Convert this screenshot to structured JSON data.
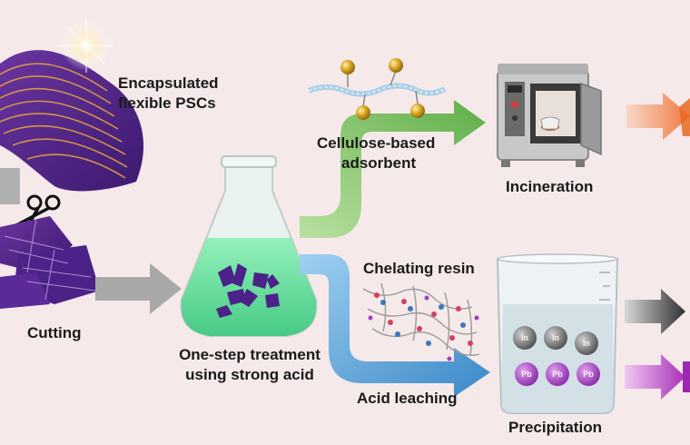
{
  "labels": {
    "encapsulated": "Encapsulated",
    "flexible_pscs": "flexible PSCs",
    "cutting": "Cutting",
    "cellulose_based": "Cellulose-based",
    "adsorbent": "adsorbent",
    "incineration": "Incineration",
    "chelating_resin": "Chelating resin",
    "one_step_treatment": "One-step treatment",
    "using_strong_acid": "using strong acid",
    "acid_leaching": "Acid leaching",
    "precipitation": "Precipitation",
    "in_symbol": "In",
    "pb_symbol": "Pb"
  },
  "colors": {
    "background": "#f6e9e9",
    "solar_cell": "#5a2a8a",
    "grid_line": "#e0a040",
    "flask_liquid": "#5fd89a",
    "green_arrow": "#78c060",
    "blue_arrow": "#4a9ad0",
    "gray_arrow": "#a8a8a8",
    "orange_arrow": "#f08850",
    "magenta_arrow": "#b040c0",
    "dark_arrow": "#505050",
    "gold_bead": "#d4a020"
  }
}
